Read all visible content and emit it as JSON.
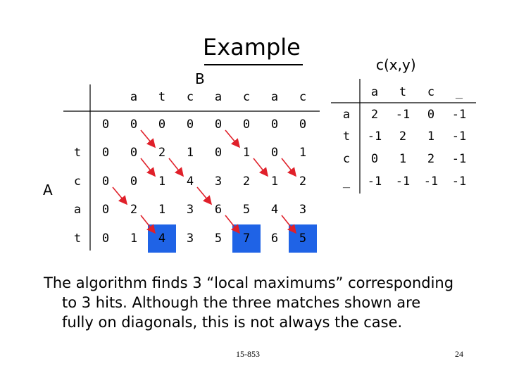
{
  "slide": {
    "title": "Example",
    "label_b": "B",
    "label_a": "A",
    "score_label": "c(x,y)",
    "caption": [
      "The algorithm finds 3 “local maximums” corresponding",
      "to 3 hits.   Although the three matches shown are",
      "fully on diagonals, this is not always the case."
    ],
    "course": "15-853",
    "page": "24"
  },
  "dp_table": {
    "col_headers": [
      "",
      "a",
      "t",
      "c",
      "a",
      "c",
      "a",
      "c"
    ],
    "rows": [
      {
        "label": "",
        "values": [
          "0",
          "0",
          "0",
          "0",
          "0",
          "0",
          "0",
          "0"
        ]
      },
      {
        "label": "t",
        "values": [
          "0",
          "0",
          "2",
          "1",
          "0",
          "1",
          "0",
          "1"
        ]
      },
      {
        "label": "c",
        "values": [
          "0",
          "0",
          "1",
          "4",
          "3",
          "2",
          "1",
          "2"
        ]
      },
      {
        "label": "a",
        "values": [
          "0",
          "2",
          "1",
          "3",
          "6",
          "5",
          "4",
          "3"
        ]
      },
      {
        "label": "t",
        "values": [
          "0",
          "1",
          "4",
          "3",
          "5",
          "7",
          "6",
          "5"
        ]
      }
    ],
    "highlighted_cells": [
      [
        4,
        2
      ],
      [
        4,
        5
      ],
      [
        4,
        7
      ]
    ],
    "highlight_color": "#1f63e6",
    "arrow_color": "#e0202a"
  },
  "score_table": {
    "col_headers": [
      "a",
      "t",
      "c",
      "_"
    ],
    "rows": [
      {
        "label": "a",
        "values": [
          "2",
          "-1",
          "0",
          "-1"
        ]
      },
      {
        "label": "t",
        "values": [
          "-1",
          "2",
          "1",
          "-1"
        ]
      },
      {
        "label": "c",
        "values": [
          "0",
          "1",
          "2",
          "-1"
        ]
      },
      {
        "label": "_",
        "values": [
          "-1",
          "-1",
          "-1",
          "-1"
        ]
      }
    ]
  }
}
